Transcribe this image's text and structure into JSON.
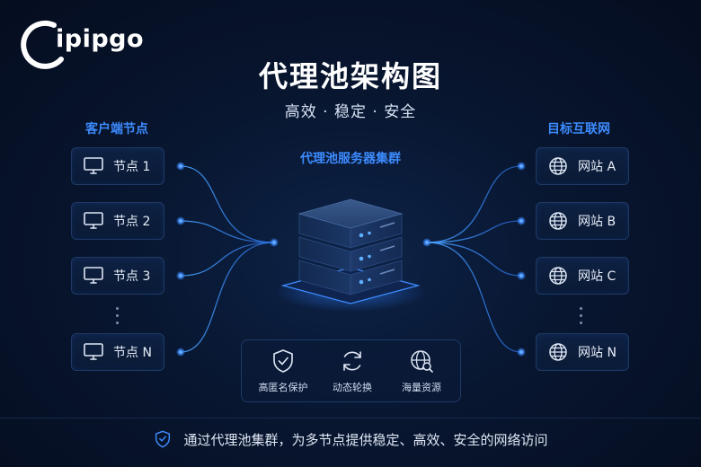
{
  "logo": {
    "text": "ipipgo"
  },
  "header": {
    "title": "代理池架构图",
    "subtitle": "高效 · 稳定 · 安全"
  },
  "groups": {
    "clients_label": "客户端节点",
    "cluster_label": "代理池服务器集群",
    "targets_label": "目标互联网"
  },
  "clients": [
    {
      "label": "节点 1",
      "icon": "monitor-icon"
    },
    {
      "label": "节点 2",
      "icon": "monitor-icon"
    },
    {
      "label": "节点 3",
      "icon": "monitor-icon"
    },
    {
      "label": "节点 N",
      "icon": "monitor-icon"
    }
  ],
  "targets": [
    {
      "label": "网站 A",
      "icon": "globe-icon"
    },
    {
      "label": "网站 B",
      "icon": "globe-icon"
    },
    {
      "label": "网站 C",
      "icon": "globe-icon"
    },
    {
      "label": "网站 N",
      "icon": "globe-icon"
    }
  ],
  "features": [
    {
      "label": "高匿名保护",
      "icon": "shield-check-icon"
    },
    {
      "label": "动态轮换",
      "icon": "rotate-icon"
    },
    {
      "label": "海量资源",
      "icon": "globe-search-icon"
    }
  ],
  "footer": {
    "text": "通过代理池集群，为多节点提供稳定、高效、安全的网络访问",
    "icon": "shield-check-icon"
  },
  "colors": {
    "accent": "#3d8bff",
    "background": "#081630",
    "card_border": "#1f3a66"
  }
}
